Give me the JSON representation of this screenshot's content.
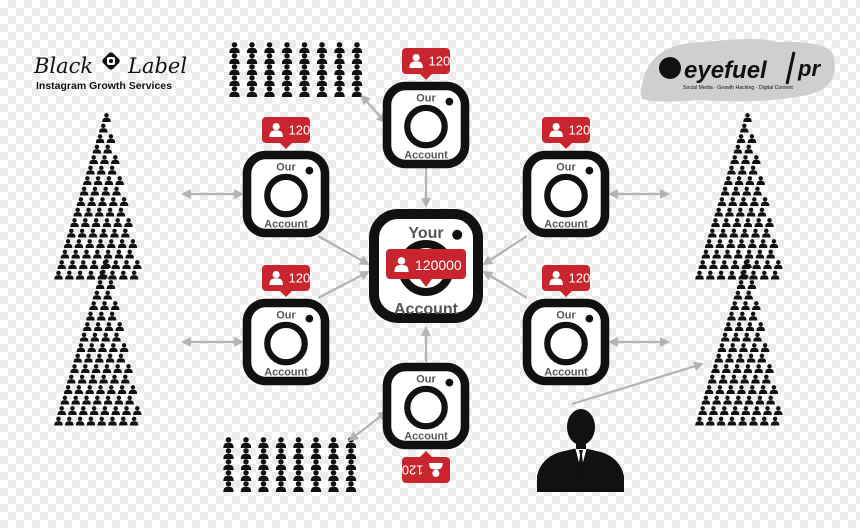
{
  "logo_left": {
    "line1": "Black",
    "line2": "Label",
    "subtitle": "Instagram Growth Services"
  },
  "logo_right": {
    "name": "eyefuel",
    "suffix": "pr",
    "tagline": "Social Media · Growth Hacking · Digital Content"
  },
  "center": {
    "label_top": "Your",
    "label_bottom": "Account",
    "badge": "120000"
  },
  "accounts": [
    {
      "id": "top",
      "label_top": "Our",
      "label_bottom": "Account",
      "badge": "120"
    },
    {
      "id": "left-upper",
      "label_top": "Our",
      "label_bottom": "Account",
      "badge": "120"
    },
    {
      "id": "left-lower",
      "label_top": "Our",
      "label_bottom": "Account",
      "badge": "120"
    },
    {
      "id": "right-upper",
      "label_top": "Our",
      "label_bottom": "Account",
      "badge": "120"
    },
    {
      "id": "right-lower",
      "label_top": "Our",
      "label_bottom": "Account",
      "badge": "120"
    },
    {
      "id": "bottom",
      "label_top": "Our",
      "label_bottom": "Account",
      "badge": "120"
    }
  ],
  "colors": {
    "badge": "#c8252e",
    "arrow": "#b3b3b3",
    "icon": "#111111",
    "label": "#555555"
  },
  "icons": [
    "person-icon",
    "instagram-icon",
    "businessman-icon"
  ]
}
